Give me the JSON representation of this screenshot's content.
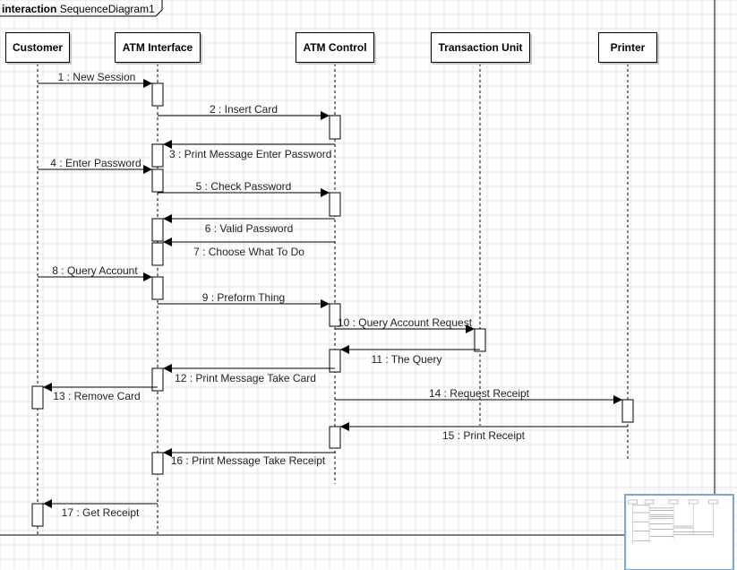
{
  "frame": {
    "keyword": "interaction",
    "name": "SequenceDiagram1"
  },
  "lifelines": [
    {
      "id": "customer",
      "label": "Customer"
    },
    {
      "id": "atm_interface",
      "label": "ATM Interface"
    },
    {
      "id": "atm_control",
      "label": "ATM Control"
    },
    {
      "id": "transaction_unit",
      "label": "Transaction Unit"
    },
    {
      "id": "printer",
      "label": "Printer"
    }
  ],
  "messages": [
    {
      "label": "1 : New Session",
      "from": "customer",
      "to": "atm_interface"
    },
    {
      "label": "2 : Insert Card",
      "from": "atm_interface",
      "to": "atm_control"
    },
    {
      "label": "3 : Print Message Enter Password",
      "from": "atm_control",
      "to": "atm_interface"
    },
    {
      "label": "4 : Enter Password",
      "from": "customer",
      "to": "atm_interface"
    },
    {
      "label": "5 : Check Password",
      "from": "atm_interface",
      "to": "atm_control"
    },
    {
      "label": "6 : Valid Password",
      "from": "atm_control",
      "to": "atm_interface"
    },
    {
      "label": "7 : Choose What To Do",
      "from": "atm_control",
      "to": "atm_interface"
    },
    {
      "label": "8 : Query Account",
      "from": "customer",
      "to": "atm_interface"
    },
    {
      "label": "9 : Preform Thing",
      "from": "atm_interface",
      "to": "atm_control"
    },
    {
      "label": "10 : Query Account Request",
      "from": "atm_control",
      "to": "transaction_unit"
    },
    {
      "label": "11 : The Query",
      "from": "transaction_unit",
      "to": "atm_control"
    },
    {
      "label": "12 : Print Message Take Card",
      "from": "atm_control",
      "to": "atm_interface"
    },
    {
      "label": "13 : Remove Card",
      "from": "atm_interface",
      "to": "customer"
    },
    {
      "label": "14 : Request Receipt",
      "from": "atm_control",
      "to": "printer"
    },
    {
      "label": "15 : Print Receipt",
      "from": "printer",
      "to": "atm_control"
    },
    {
      "label": "16 : Print Message Take Receipt",
      "from": "atm_control",
      "to": "atm_interface"
    },
    {
      "label": "17 : Get Receipt",
      "from": "atm_interface",
      "to": "customer"
    }
  ],
  "colors": {
    "line": "#000000",
    "grid": "#e6e6e6",
    "shadow": "#c8c8c8",
    "thumbnail_border": "#7aa7d6"
  },
  "thumbnail": {
    "icon": "diagram-overview-thumbnail"
  }
}
